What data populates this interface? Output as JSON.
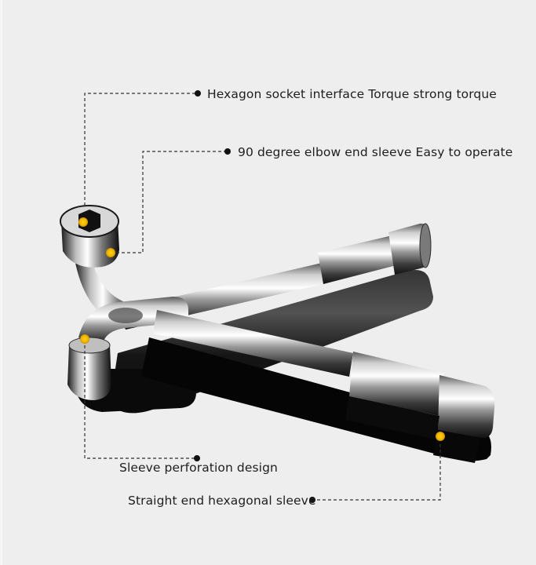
{
  "product": {
    "subject": "L-type socket wrench pair",
    "background_color": "#eeeeee",
    "marker_color": "#f5b800"
  },
  "callouts": [
    {
      "id": "hexagon-socket",
      "text": "Hexagon socket interface Torque strong torque"
    },
    {
      "id": "elbow-end",
      "text": "90 degree elbow end sleeve Easy to operate"
    },
    {
      "id": "sleeve-perforation",
      "text": "Sleeve perforation design"
    },
    {
      "id": "straight-end",
      "text": "Straight end hexagonal sleeve"
    }
  ]
}
